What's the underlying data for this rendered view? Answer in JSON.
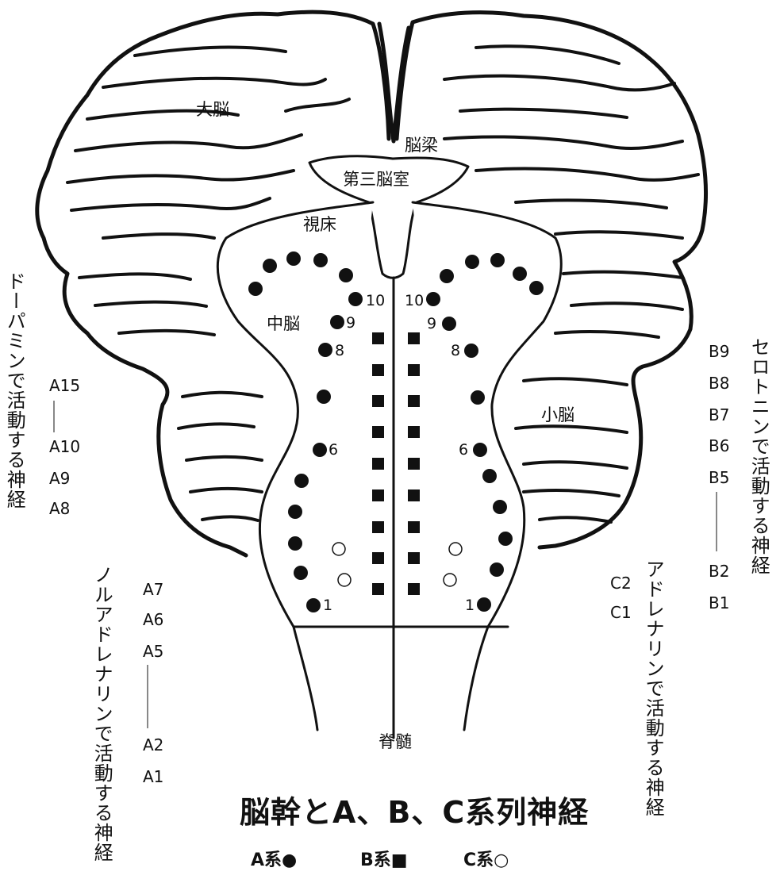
{
  "title": "脳幹とA、B、C系列神経",
  "legend": [
    {
      "label": "A系",
      "symbol": "●"
    },
    {
      "label": "B系",
      "symbol": "■"
    },
    {
      "label": "C系",
      "symbol": "○"
    }
  ],
  "regions": {
    "cerebrum": "大脳",
    "corpus_callosum": "脳梁",
    "third_ventricle": "第三脳室",
    "thalamus": "視床",
    "midbrain": "中脳",
    "cerebellum": "小脳",
    "spinal_cord": "脊髄"
  },
  "dopamine": {
    "caption": "ドーパミンで活動する神経",
    "labels": [
      "A15",
      "A10",
      "A9",
      "A8"
    ]
  },
  "noradrenaline": {
    "caption": "ノルアドレナリンで活動する神経",
    "labels": [
      "A7",
      "A6",
      "A5",
      "A2",
      "A1"
    ]
  },
  "adrenaline": {
    "caption": "アドレナリンで活動する神経",
    "labels": [
      "C2",
      "C1"
    ]
  },
  "serotonin": {
    "caption": "セロトニンで活動する神経",
    "labels": [
      "B9",
      "B8",
      "B7",
      "B6",
      "B5",
      "B2",
      "B1"
    ]
  },
  "nucleus_numbers": {
    "left": [
      "10",
      "9",
      "8",
      "6",
      "1"
    ],
    "right": [
      "10",
      "9",
      "8",
      "6",
      "1"
    ]
  },
  "colors": {
    "ink": "#111111",
    "fill": "#ffffff"
  }
}
